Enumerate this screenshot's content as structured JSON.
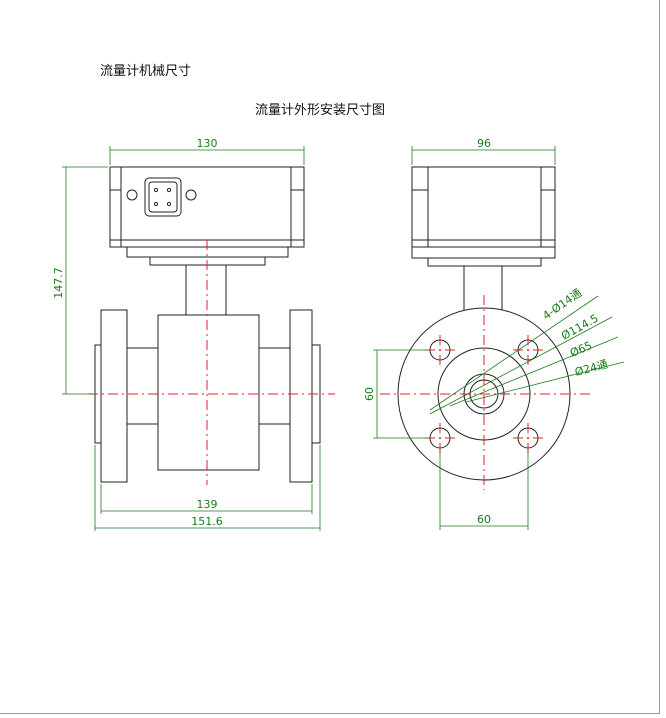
{
  "header": {
    "text": "流量计机械尺寸"
  },
  "drawing": {
    "title": "流量计外形安装尺寸图",
    "front_view": {
      "width_top": "130",
      "height": "147.7",
      "body_length": "139",
      "overall_length": "151.6"
    },
    "side_view": {
      "width_top": "96",
      "bolt_holes": "4-Ø14通",
      "flange_od": "Ø114.5",
      "bolt_circle": "Ø65",
      "bore": "Ø24通",
      "horizontal_spacing": "60",
      "vertical_spacing": "60"
    }
  },
  "colors": {
    "dimension": "#1a7a1a",
    "centerline": "#e02020",
    "outline": "#222222"
  }
}
